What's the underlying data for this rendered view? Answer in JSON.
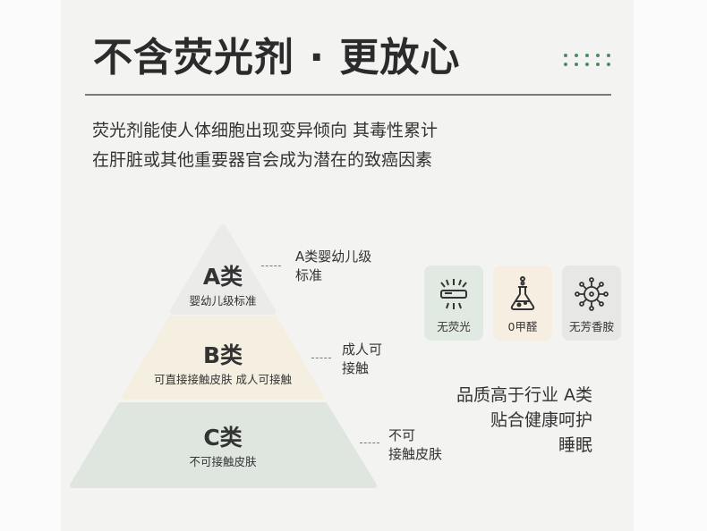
{
  "title": "不含荧光剂 · 更放心",
  "description": [
    "荧光剂能使人体细胞出现变异倾向 其毒性累计",
    "在肝脏或其他重要器官会成为潜在的致癌因素"
  ],
  "pyramid": [
    {
      "grade": "A类",
      "subtitle": "婴幼儿级标准",
      "note": [
        "A类婴幼儿级",
        "标准"
      ],
      "color": "#ebebea"
    },
    {
      "grade": "B类",
      "subtitle": "可直接接触皮肤 成人可接触",
      "note": [
        "成人可",
        "接触"
      ],
      "color": "#f5efe1"
    },
    {
      "grade": "C类",
      "subtitle": "不可接触皮肤",
      "note": [
        "不可",
        "接触皮肤"
      ],
      "color": "#dee6df"
    }
  ],
  "features": [
    {
      "icon": "uv-lamp-icon",
      "label": "无荧光",
      "color": "#e1e9e3"
    },
    {
      "icon": "flask-icon",
      "label": "0甲醛",
      "color": "#f6eee0"
    },
    {
      "icon": "molecule-icon",
      "label": "无芳香胺",
      "color": "#e7e7e6"
    }
  ],
  "claim": [
    "品质高于行业 A类",
    "贴合健康呵护",
    "睡眠"
  ],
  "accent": "#4f8a64"
}
